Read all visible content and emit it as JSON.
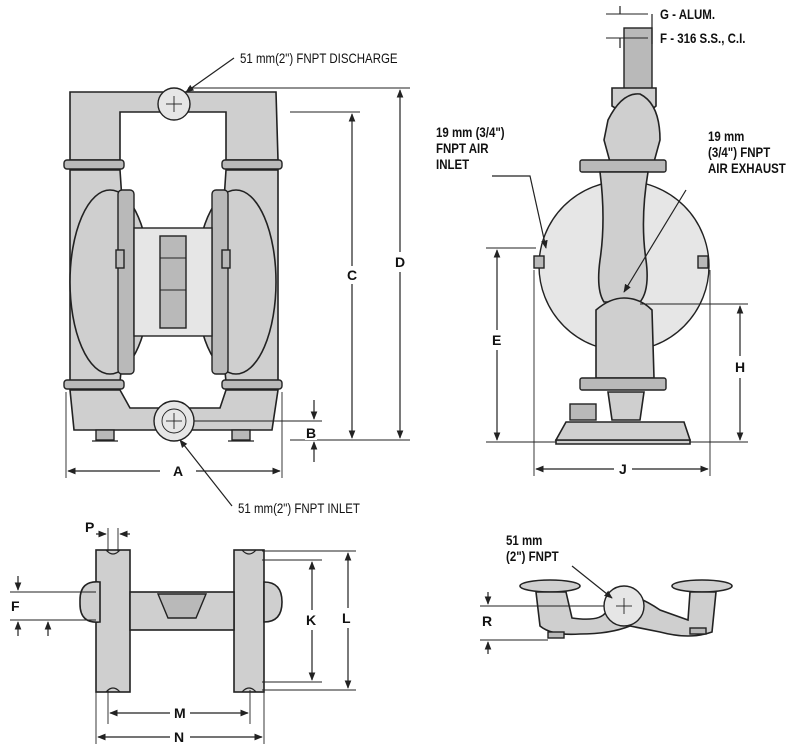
{
  "labels": {
    "discharge": "51 mm(2\") FNPT DISCHARGE",
    "inlet": "51 mm(2\") FNPT INLET",
    "material_g": "G - ALUM.",
    "material_f": "F - 316 S.S., C.I.",
    "air_inlet": [
      "19 mm (3/4\")",
      "FNPT AIR",
      "INLET"
    ],
    "air_exhaust": [
      "19 mm",
      "(3/4\") FNPT",
      "AIR EXHAUST"
    ],
    "manifold_port": [
      "51 mm",
      "(2\") FNPT"
    ]
  },
  "dimensions": {
    "A": "A",
    "B": "B",
    "C": "C",
    "D": "D",
    "E": "E",
    "H": "H",
    "J": "J",
    "P": "P",
    "F": "F",
    "K": "K",
    "L": "L",
    "M": "M",
    "N": "N",
    "R": "R"
  }
}
